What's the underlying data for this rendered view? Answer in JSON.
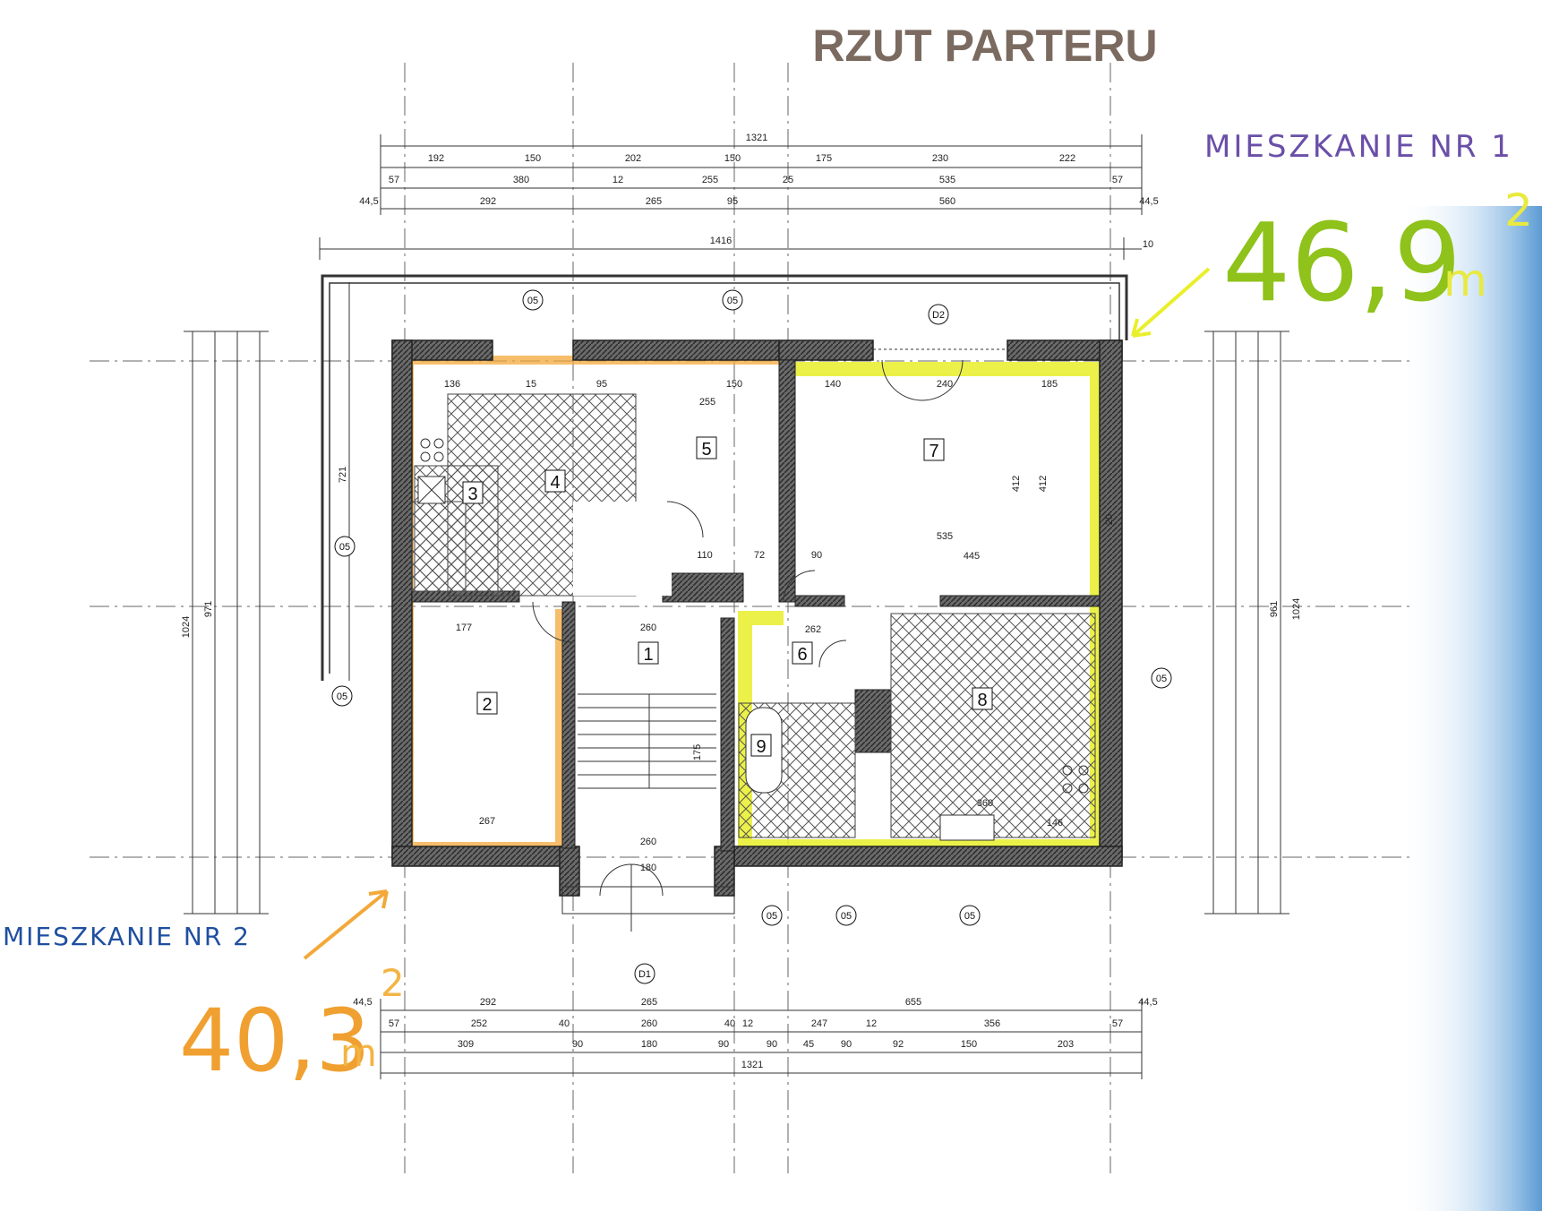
{
  "title": "RZUT PARTERU",
  "apartments": [
    {
      "label": "MIESZKANIE NR 1",
      "area_value": "46,9",
      "area_unit": "m",
      "area_power": "2",
      "highlight_color": "#e9ef2a"
    },
    {
      "label": "MIESZKANIE NR 2",
      "area_value": "40,3",
      "area_unit": "m",
      "area_power": "2",
      "highlight_color": "#f3a83a"
    }
  ],
  "rooms": [
    "1",
    "2",
    "3",
    "4",
    "5",
    "6",
    "7",
    "8",
    "9"
  ],
  "dimensions": {
    "top_total": "1321",
    "top_row1": [
      "192",
      "150",
      "202",
      "150",
      "175",
      "230",
      "222"
    ],
    "top_row2": [
      "57",
      "380",
      "12",
      "255",
      "25",
      "535",
      "57"
    ],
    "top_row3": [
      "44,5",
      "292",
      "265",
      "95",
      "560",
      "44,5"
    ],
    "top_overall": "1416",
    "top_small": "10",
    "bottom_row1": [
      "44,5",
      "292",
      "265",
      "655",
      "44,5"
    ],
    "bottom_row2": [
      "57",
      "252",
      "40",
      "260",
      "40",
      "12",
      "247",
      "12",
      "356",
      "57"
    ],
    "bottom_row3": [
      "309",
      "90",
      "180",
      "90",
      "90",
      "45",
      "90",
      "92",
      "150",
      "203"
    ],
    "bottom_total": "1321",
    "left_total": "1024",
    "left_mid": "971",
    "left_terrace": "721",
    "right_total": "1024",
    "right_mid": "961",
    "interior": [
      "136",
      "15",
      "95",
      "150",
      "140",
      "185",
      "255",
      "240",
      "535",
      "412",
      "412",
      "445",
      "177",
      "260",
      "262",
      "267",
      "260",
      "180",
      "360",
      "146",
      "110",
      "72",
      "90",
      "20",
      "175"
    ]
  },
  "tags": {
    "window": "05",
    "door_top": "D2",
    "door_bottom": "D1"
  },
  "colors": {
    "wall": "#3a3a3a",
    "hatch": "#555555",
    "line": "#444444",
    "apt1": "#e9ef2a",
    "apt2": "#f3a83a",
    "scan_blue": "#4a90d0"
  }
}
